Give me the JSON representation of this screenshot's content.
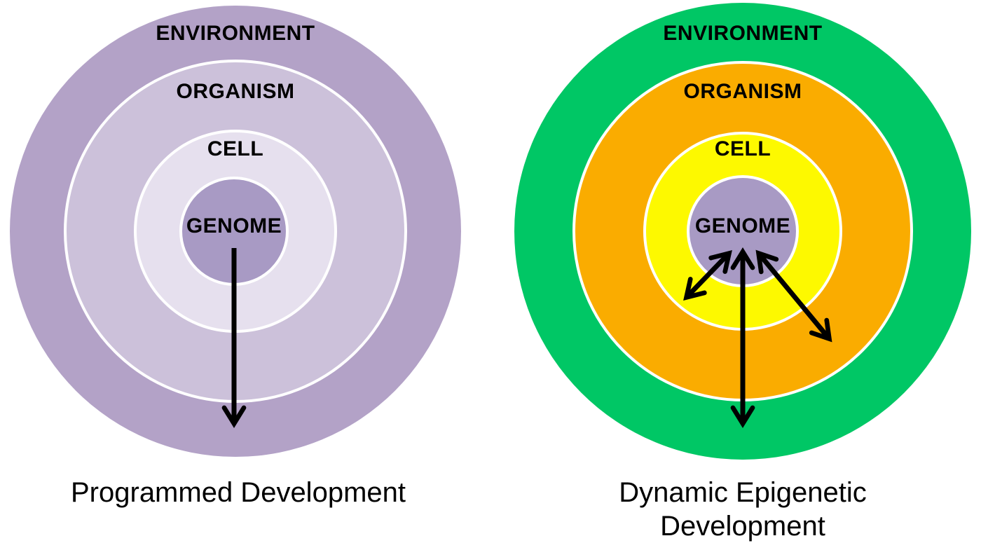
{
  "figure": {
    "background": "#ffffff",
    "arrow_color": "#000000",
    "diagrams": [
      {
        "caption_lines": [
          "Programmed Development"
        ],
        "rings": [
          {
            "name": "environment",
            "label": "ENVIRONMENT",
            "color": "#b3a2c7"
          },
          {
            "name": "organism",
            "label": "ORGANISM",
            "color": "#ccc1da"
          },
          {
            "name": "cell",
            "label": "CELL",
            "color": "#e6e0ee"
          },
          {
            "name": "genome",
            "label": "GENOME",
            "color": "#a89ac4"
          }
        ],
        "arrows": [
          {
            "name": "genome-to-environment",
            "double_headed": false
          }
        ]
      },
      {
        "caption_lines": [
          "Dynamic Epigenetic",
          "Development"
        ],
        "rings": [
          {
            "name": "environment",
            "label": "ENVIRONMENT",
            "color": "#00c765"
          },
          {
            "name": "organism",
            "label": "ORGANISM",
            "color": "#faac00"
          },
          {
            "name": "cell",
            "label": "CELL",
            "color": "#fdf900"
          },
          {
            "name": "genome",
            "label": "GENOME",
            "color": "#a89ac4"
          }
        ],
        "arrows": [
          {
            "name": "genome-cell",
            "double_headed": true
          },
          {
            "name": "genome-environment",
            "double_headed": true
          },
          {
            "name": "genome-organism",
            "double_headed": true
          }
        ]
      }
    ]
  }
}
